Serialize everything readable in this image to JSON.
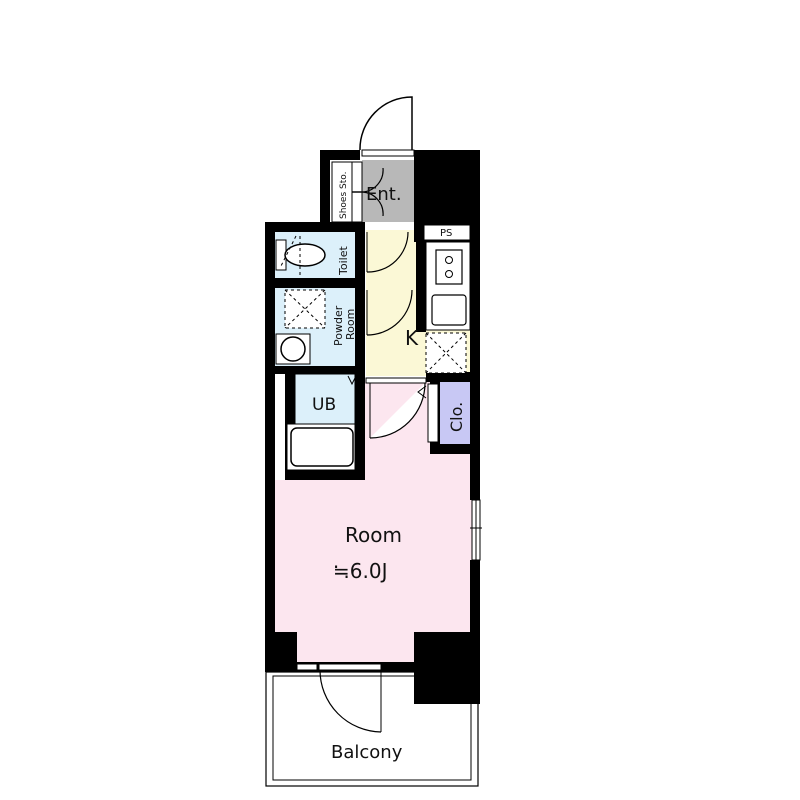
{
  "floorplan": {
    "colors": {
      "wall": "#000000",
      "entrance": "#b8b8b8",
      "wet_area": "#dcf0fa",
      "kitchen": "#fbf8d6",
      "room": "#fce6ef",
      "closet": "#c8c8f4",
      "background": "#ffffff"
    },
    "labels": {
      "entrance": "Ent.",
      "shoes_storage": "Shoes Sto.",
      "ps": "PS",
      "toilet": "Toilet",
      "powder_room_line1": "Powder",
      "powder_room_line2": "Room",
      "kitchen": "K",
      "unit_bath": "UB",
      "closet": "Clo.",
      "room_name": "Room",
      "room_size": "≒6.0J",
      "balcony": "Balcony"
    }
  }
}
